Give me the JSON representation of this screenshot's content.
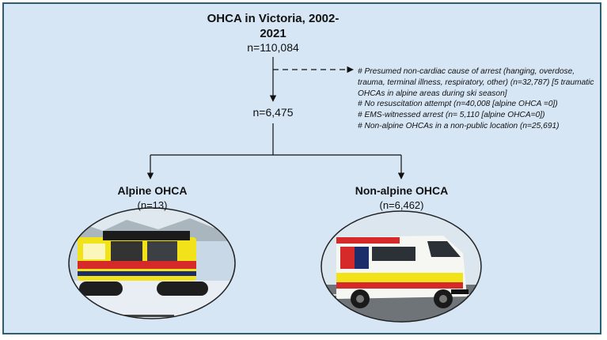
{
  "header": {
    "title": "OHCA in Victoria, 2002-2021",
    "total": "n=110,084"
  },
  "middle": {
    "count": "n=6,475"
  },
  "exclusions": [
    "# Presumed non-cardiac cause of arrest (hanging, overdose, trauma, terminal illness, respiratory, other) (n=32,787) [5 traumatic OHCAs in alpine areas during ski season]",
    "# No resuscitation attempt (n=40,008 [alpine OHCA =0])",
    "# EMS-witnessed arrest (n= 5,110 [alpine OHCA=0])",
    "# Non-alpine OHCAs in a non-public location (n=25,691)"
  ],
  "groups": {
    "alpine": {
      "label": "Alpine OHCA",
      "count": "(n=13)"
    },
    "non_alpine": {
      "label": "Non-alpine OHCA",
      "count": "(n=6,462)"
    }
  },
  "colors": {
    "background": "#d6e6f5",
    "border": "#2d5f73",
    "ambulance_yellow": "#f2e21a",
    "ambulance_red": "#d62a2a"
  }
}
